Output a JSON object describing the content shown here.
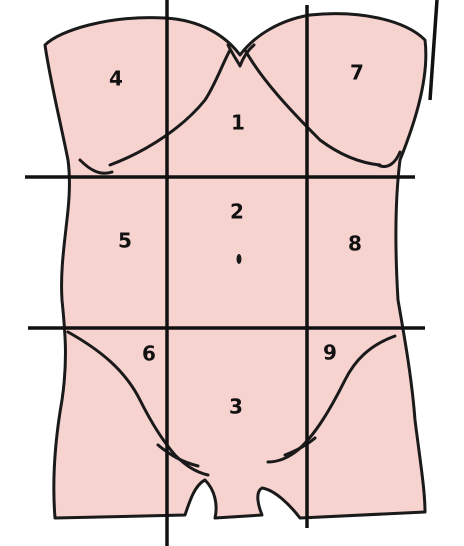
{
  "diagram": {
    "colors": {
      "skin": "#f7d3d0",
      "outline": "#1a1a1a",
      "grid": "#111111",
      "background": "#ffffff"
    },
    "regions": [
      {
        "id": "r1",
        "label": "1"
      },
      {
        "id": "r2",
        "label": "2"
      },
      {
        "id": "r3",
        "label": "3"
      },
      {
        "id": "r4",
        "label": "4"
      },
      {
        "id": "r5",
        "label": "5"
      },
      {
        "id": "r6",
        "label": "6"
      },
      {
        "id": "r7",
        "label": "7"
      },
      {
        "id": "r8",
        "label": "8"
      },
      {
        "id": "r9",
        "label": "9"
      }
    ]
  }
}
